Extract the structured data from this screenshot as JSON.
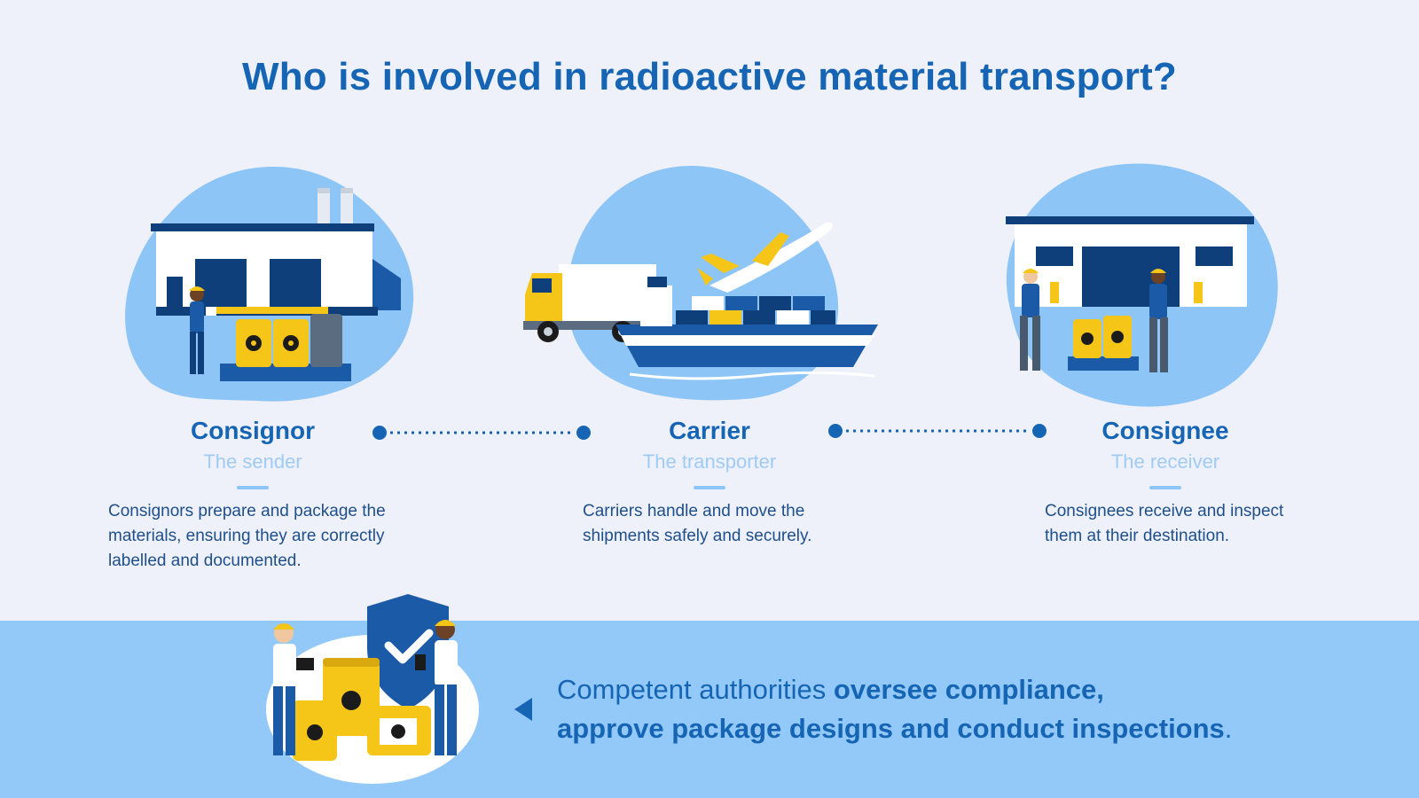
{
  "title": "Who is involved in radioactive material transport?",
  "roles": [
    {
      "name": "Consignor",
      "subtitle": "The sender",
      "description": "Consignors prepare and package the materials, ensuring they are correctly labelled and documented."
    },
    {
      "name": "Carrier",
      "subtitle": "The transporter",
      "description": "Carriers handle and move the shipments safely and securely."
    },
    {
      "name": "Consignee",
      "subtitle": "The receiver",
      "description": "Consignees receive and inspect them at their destination."
    }
  ],
  "authority": {
    "prefix": "Competent authorities ",
    "bold1": "oversee compliance,",
    "bold2": "approve package designs and conduct inspections",
    "suffix": "."
  },
  "colors": {
    "primary": "#1665b5",
    "light_blue": "#93c9f8",
    "blob_blue": "#8ec5f7",
    "background": "#eef1f9",
    "barrel_yellow": "#f5c518",
    "navy": "#0f3f7a"
  },
  "icons": [
    "factory-icon",
    "truck-icon",
    "ship-icon",
    "airplane-icon",
    "warehouse-icon",
    "radiation-barrel-icon",
    "shield-check-icon",
    "worker-icon"
  ]
}
